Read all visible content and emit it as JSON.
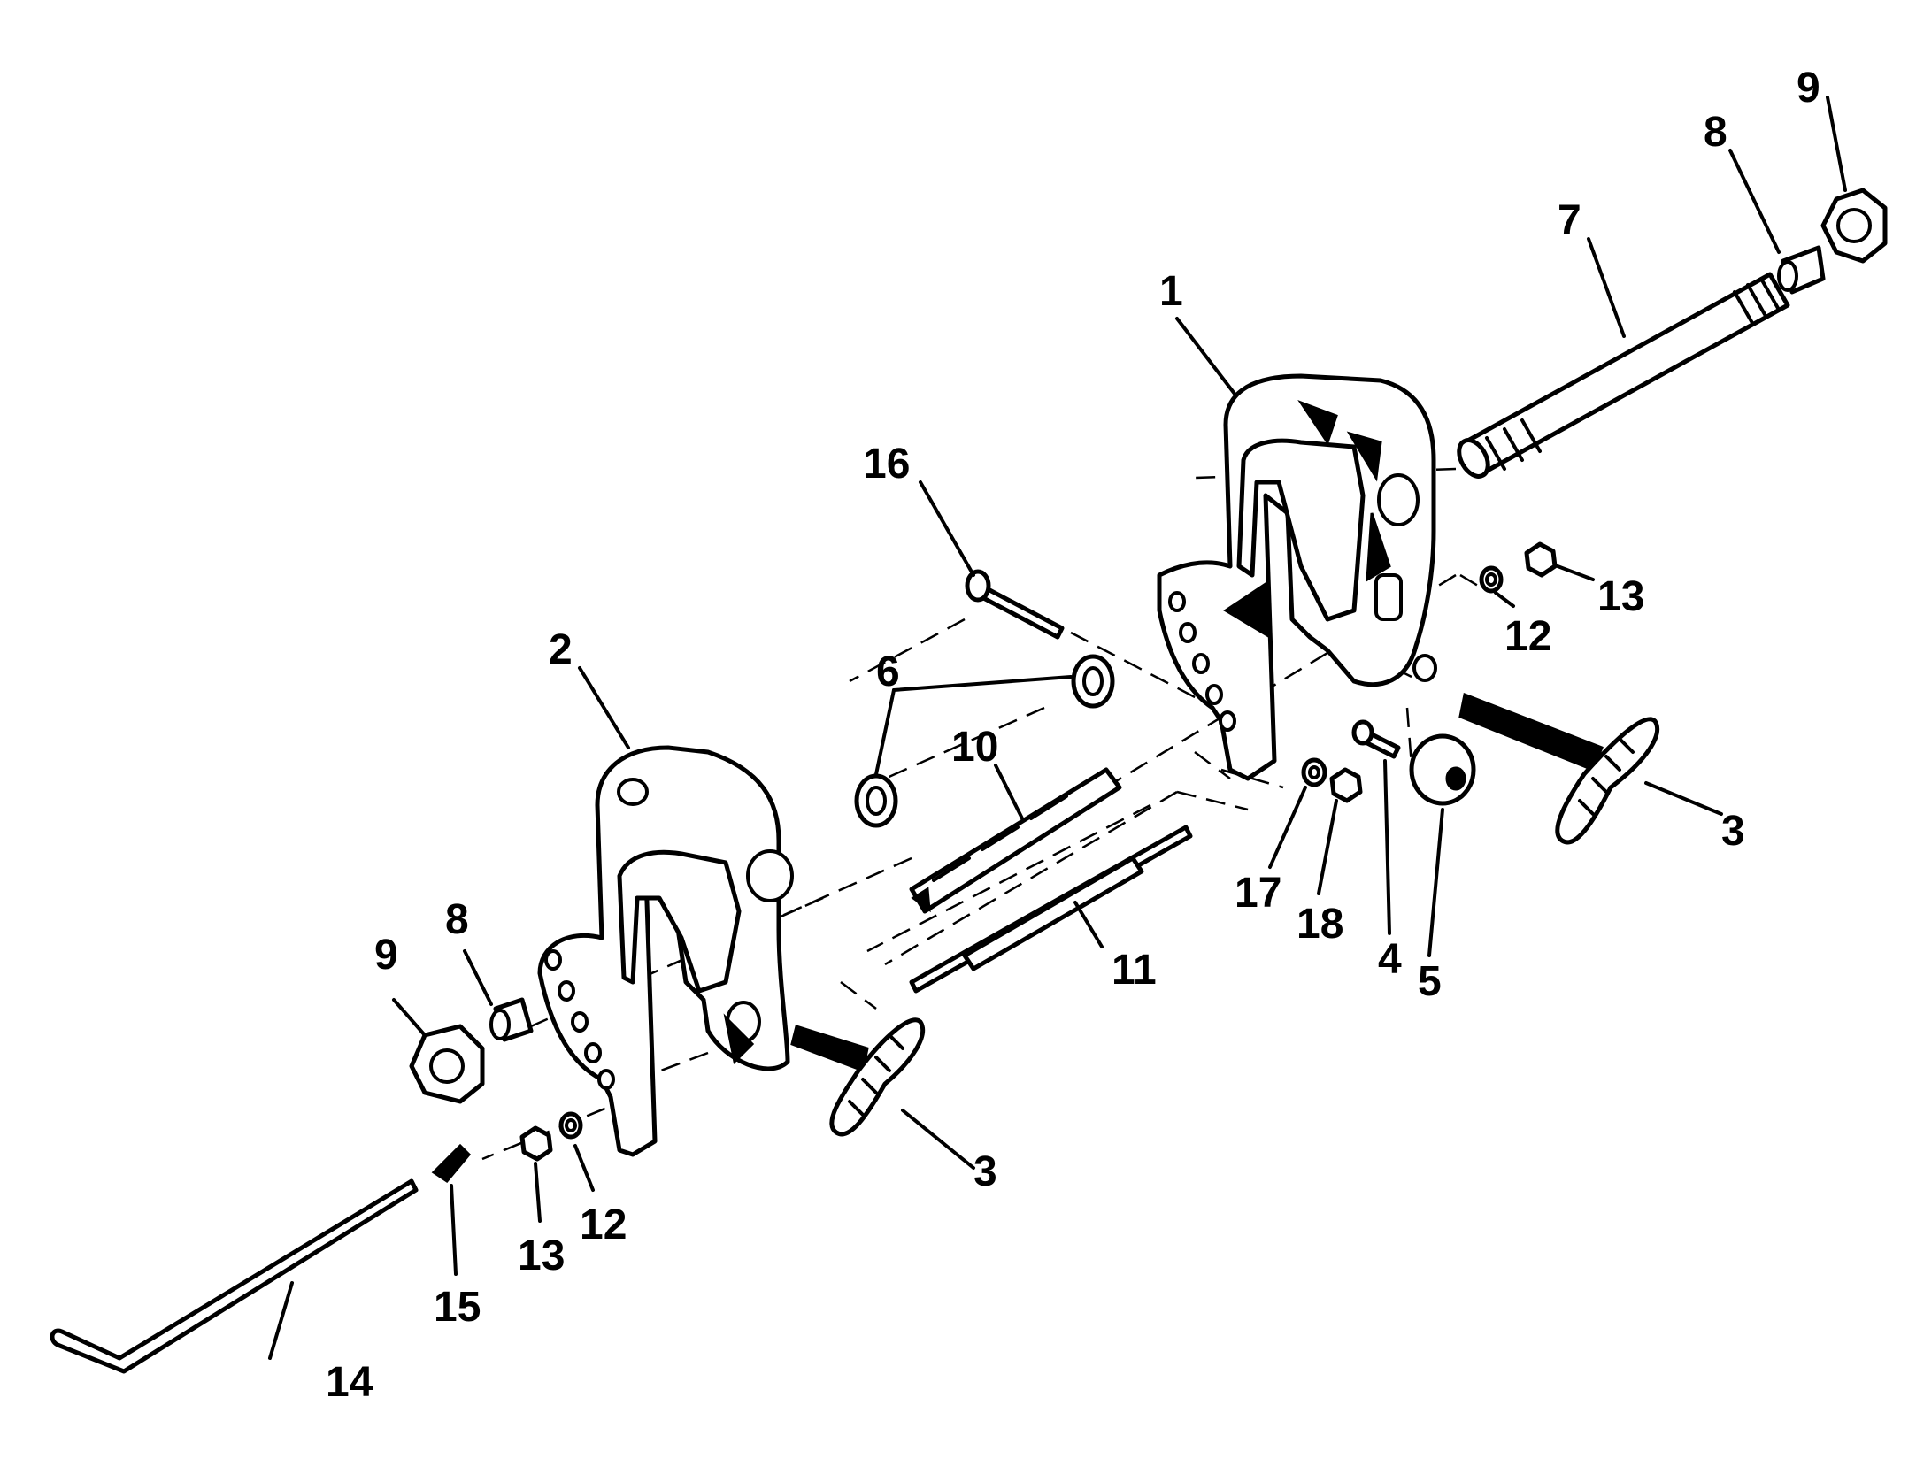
{
  "callouts": {
    "c1": "1",
    "c2": "2",
    "c3a": "3",
    "c3b": "3",
    "c4": "4",
    "c5": "5",
    "c6": "6",
    "c7": "7",
    "c8a": "8",
    "c8b": "8",
    "c9a": "9",
    "c9b": "9",
    "c10": "10",
    "c11": "11",
    "c12a": "12",
    "c12b": "12",
    "c13a": "13",
    "c13b": "13",
    "c14": "14",
    "c15": "15",
    "c16": "16",
    "c17": "17",
    "c18": "18"
  }
}
